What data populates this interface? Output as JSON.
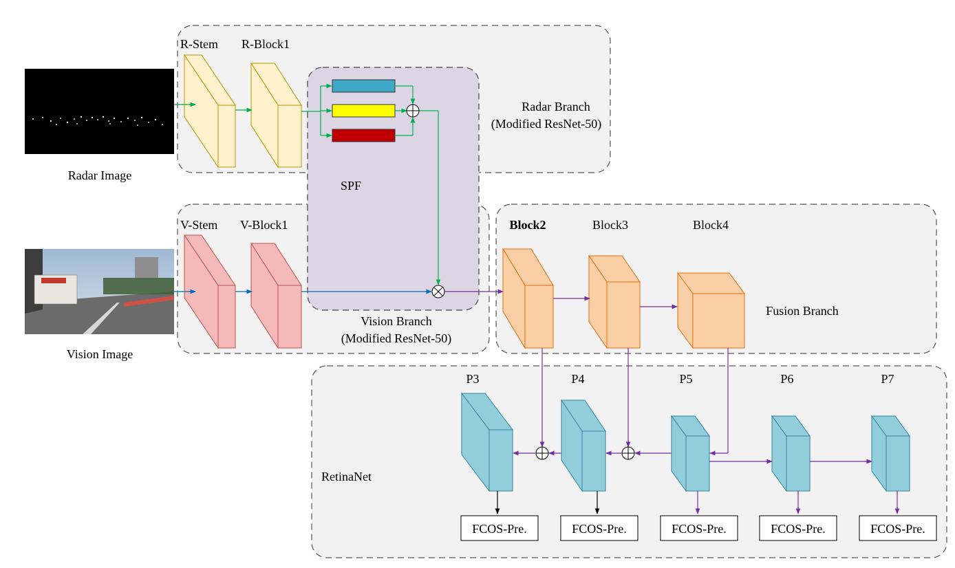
{
  "inputs": {
    "radar_caption": "Radar Image",
    "vision_caption": "Vision Image"
  },
  "radar_branch": {
    "stem_label": "R-Stem",
    "block1_label": "R-Block1",
    "name_line1": "Radar Branch",
    "name_line2": "(Modified ResNet-50)"
  },
  "vision_branch": {
    "stem_label": "V-Stem",
    "block1_label": "V-Block1",
    "name_line1": "Vision Branch",
    "name_line2": "(Modified ResNet-50)"
  },
  "spf": {
    "label": "SPF",
    "bar_colors": [
      "#3fa8c6",
      "#ffff00",
      "#c00000"
    ]
  },
  "fusion_branch": {
    "block2_label": "Block2",
    "block3_label": "Block3",
    "block4_label": "Block4",
    "name": "Fusion Branch"
  },
  "retinanet": {
    "label": "RetinaNet",
    "levels": [
      "P3",
      "P4",
      "P5",
      "P6",
      "P7"
    ],
    "heads": [
      "FCOS-Pre.",
      "FCOS-Pre.",
      "FCOS-Pre.",
      "FCOS-Pre.",
      "FCOS-Pre."
    ]
  },
  "colors": {
    "radar_block": "#fff2cc",
    "vision_block": "#f4b9b9",
    "fusion_block": "#fbcfa5",
    "pyramid_block": "#92cddc",
    "spf_bg": "#dcd6e4",
    "radar_arrow": "#00b050",
    "vision_arrow": "#0070c0",
    "fusion_arrow": "#7030a0"
  }
}
